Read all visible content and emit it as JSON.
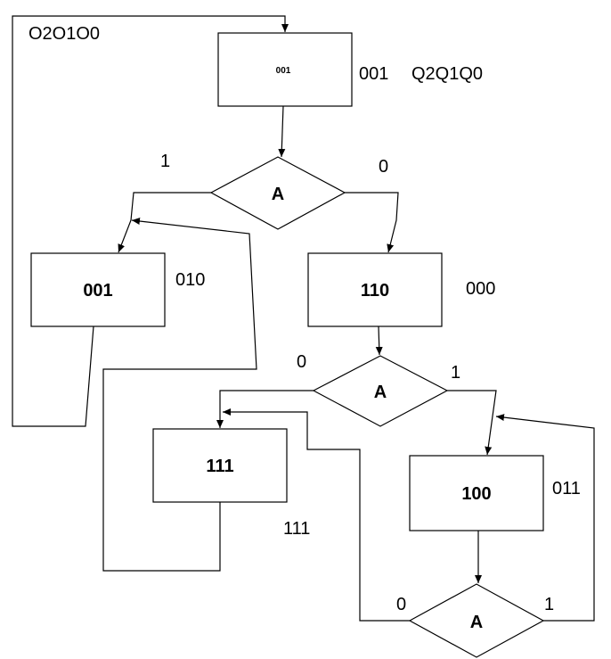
{
  "header": {
    "output_label": "O2O1O0",
    "state_label": "Q2Q1Q0"
  },
  "states": {
    "top": {
      "output": "001",
      "code": "001"
    },
    "left": {
      "output": "001",
      "code": "010"
    },
    "middle": {
      "output": "110",
      "code": "000"
    },
    "bottom_left": {
      "output": "111",
      "code": "111"
    },
    "bottom_right": {
      "output": "100",
      "code": "011"
    }
  },
  "decisions": {
    "d1": {
      "input": "A",
      "true_label": "1",
      "false_label": "0"
    },
    "d2": {
      "input": "A",
      "false_label": "0",
      "true_label": "1"
    },
    "d3": {
      "input": "A",
      "false_label": "0",
      "true_label": "1"
    }
  }
}
